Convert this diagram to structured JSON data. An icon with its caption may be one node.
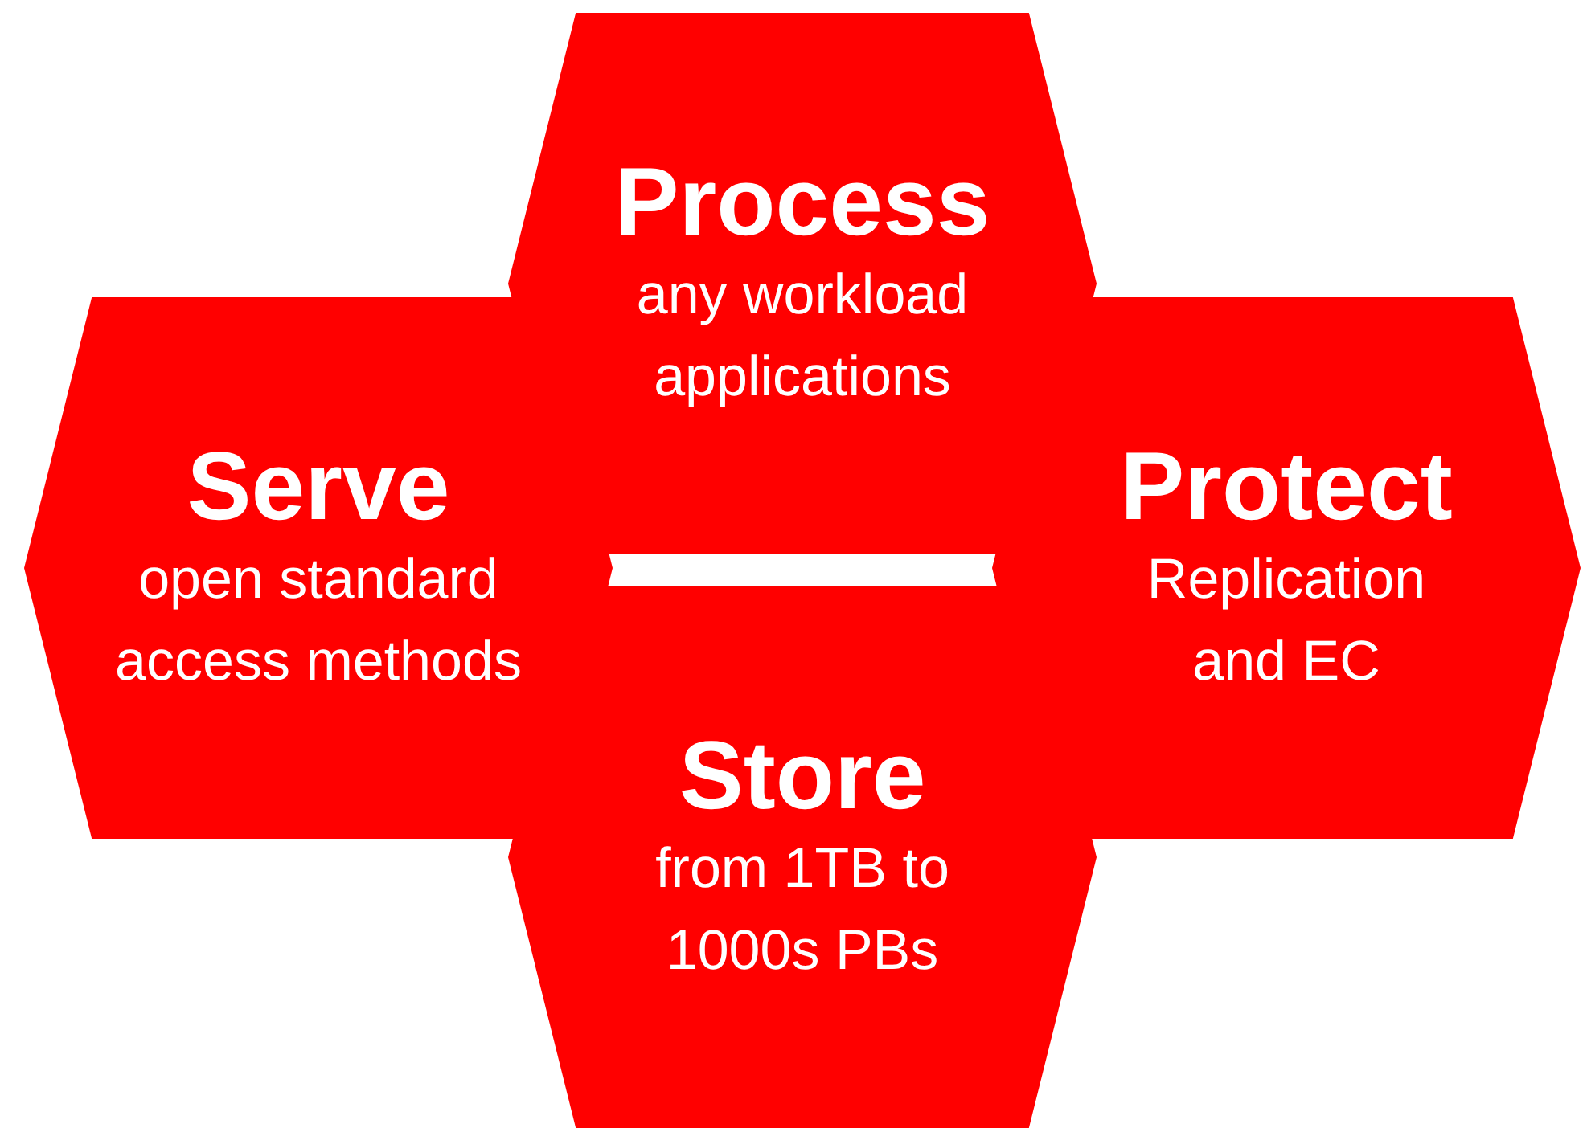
{
  "diagram": {
    "nodes": [
      {
        "text": [
          "Process",
          "any workload applications"
        ]
      },
      {
        "text": [
          "Serve",
          "open standard access methods"
        ]
      },
      {
        "text": [
          "Protect",
          "Replication and EC"
        ]
      },
      {
        "text": [
          "Store",
          "from 1TB to 1000s PBs"
        ]
      }
    ]
  }
}
